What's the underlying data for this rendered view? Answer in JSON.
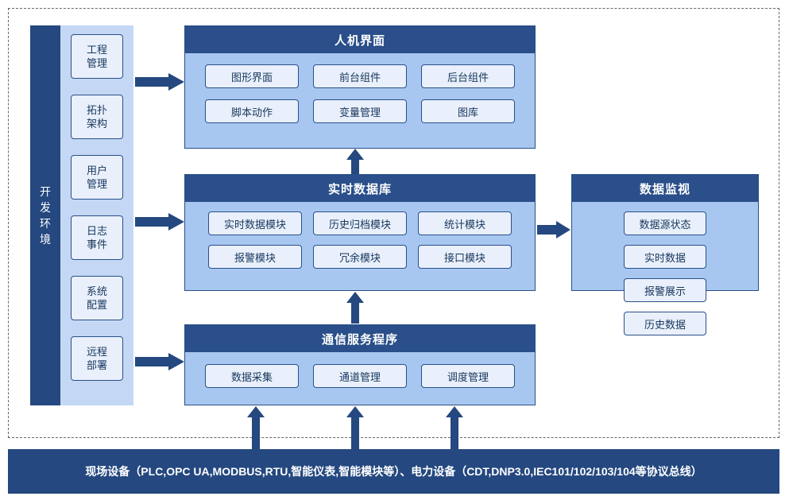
{
  "diagram": {
    "dev_environment": {
      "label": "开发环境",
      "items": [
        {
          "label": "工程\n管理",
          "line1": "工程",
          "line2": "管理"
        },
        {
          "label": "拓扑\n架构",
          "line1": "拓扑",
          "line2": "架构"
        },
        {
          "label": "用户\n管理",
          "line1": "用户",
          "line2": "管理"
        },
        {
          "label": "日志\n事件",
          "line1": "日志",
          "line2": "事件"
        },
        {
          "label": "系统\n配置",
          "line1": "系统",
          "line2": "配置"
        },
        {
          "label": "远程\n部署",
          "line1": "远程",
          "line2": "部署"
        }
      ]
    },
    "panels": [
      {
        "id": "hmi",
        "title": "人机界面",
        "chips": [
          "图形界面",
          "前台组件",
          "后台组件",
          "脚本动作",
          "变量管理",
          "图库"
        ]
      },
      {
        "id": "realtime-db",
        "title": "实时数据库",
        "chips": [
          "实时数据模块",
          "历史归档模块",
          "统计模块",
          "报警模块",
          "冗余模块",
          "接口模块"
        ]
      },
      {
        "id": "data-monitor",
        "title": "数据监视",
        "chips": [
          "数据源状态",
          "实时数据",
          "报警展示",
          "历史数据"
        ]
      },
      {
        "id": "comm-service",
        "title": "通信服务程序",
        "chips": [
          "数据采集",
          "通道管理",
          "调度管理"
        ]
      }
    ],
    "bottom_bar": {
      "label": "现场设备（PLC,OPC UA,MODBUS,RTU,智能仪表,智能模块等）、电力设备（CDT,DNP3.0,IEC101/102/103/104等协议总线）"
    },
    "colors": {
      "dark_blue": "#24487f",
      "panel_header": "#2a4f8a",
      "panel_body": "#a8c7f0",
      "chip_fill": "#e9f0fb",
      "dev_items_fill": "#c4d8f5",
      "arrow": "#24487f"
    }
  }
}
